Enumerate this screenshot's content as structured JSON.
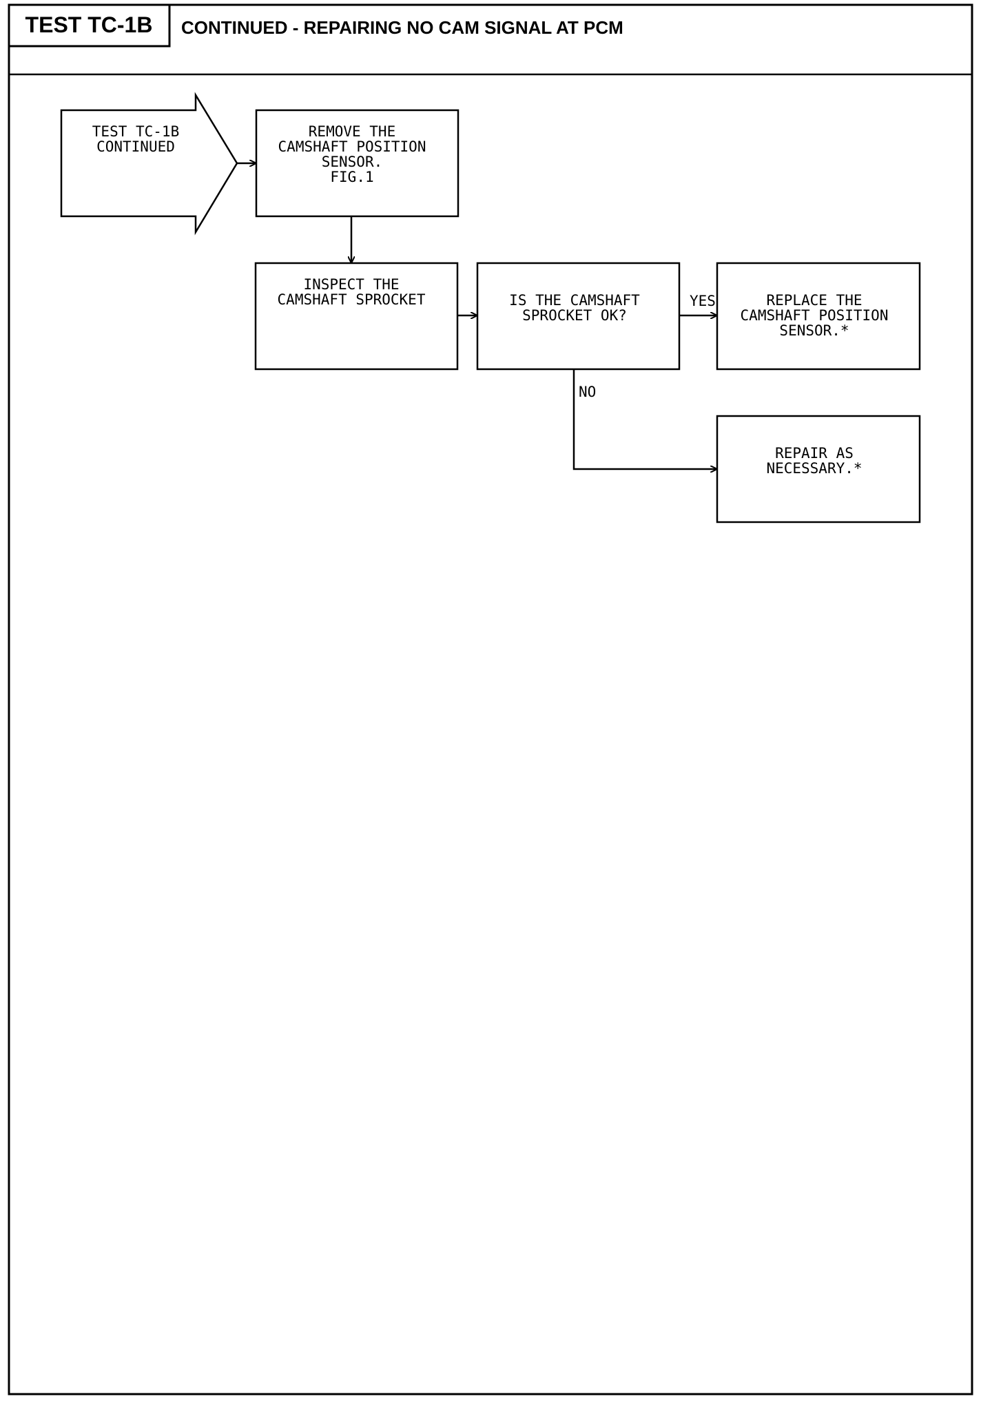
{
  "header": {
    "test_id": "TEST TC-1B",
    "title": "CONTINUED - REPAIRING NO CAM SIGNAL AT PCM"
  },
  "nodes": {
    "start": [
      "TEST TC-1B",
      "CONTINUED"
    ],
    "remove": [
      "REMOVE THE",
      "CAMSHAFT POSITION",
      "SENSOR.",
      "",
      "FIG.1"
    ],
    "inspect": [
      "INSPECT THE",
      "CAMSHAFT SPROCKET"
    ],
    "decision": [
      "IS THE CAMSHAFT",
      "SPROCKET OK?"
    ],
    "replace": [
      "REPLACE THE",
      "CAMSHAFT POSITION",
      "SENSOR.*"
    ],
    "repair": [
      "REPAIR AS",
      "NECESSARY.*"
    ]
  },
  "edges": {
    "yes_label": "YES",
    "no_label": "NO"
  }
}
